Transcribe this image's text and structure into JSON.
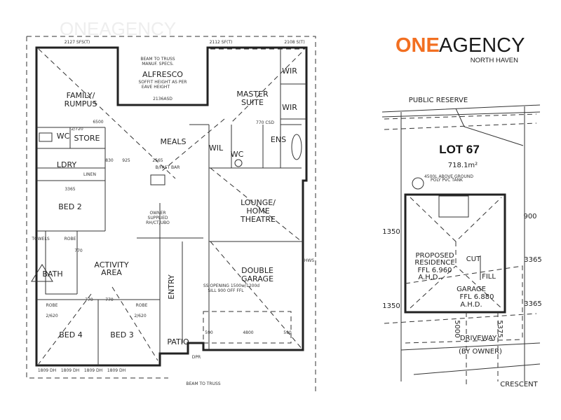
{
  "brand": {
    "logo_one": "ONE",
    "logo_agency": "AGENCY",
    "branch": "NORTH HAVEN",
    "watermark": "ONEAGENCY",
    "accent_color": "#f26f21",
    "text_color": "#1a1a1a"
  },
  "floor_plan": {
    "rooms": {
      "family": [
        "FAMILY/",
        "RUMPUS"
      ],
      "alfresco": "ALFRESCO",
      "alfresco_note": [
        "SOFFIT HEIGHT AS PER",
        "EAVE HEIGHT"
      ],
      "beam_note": [
        "BEAM TO TRUSS",
        "MANUF. SPECS."
      ],
      "master": [
        "MASTER",
        "SUITE"
      ],
      "wir": "WIR",
      "meals": "MEALS",
      "ens": "ENS",
      "wil": "WIL",
      "store": "STORE",
      "wc": "WC",
      "ldry": "LDRY",
      "linen": "LINEN",
      "bed2": "BED 2",
      "lounge": [
        "LOUNGE/",
        "HOME",
        "THEATRE"
      ],
      "activity": [
        "ACTIVITY",
        "AREA"
      ],
      "bath": "BATH",
      "towels": "TOWELS",
      "robe": "ROBE",
      "garage": [
        "DOUBLE",
        "GARAGE"
      ],
      "entry": "ENTRY",
      "bed4": "BED 4",
      "bed3": "BED 3",
      "patio": "PATIO",
      "hws": "HWS",
      "dpr": "DPR",
      "bar": "B/FAST BAR",
      "owner": [
        "OWNER",
        "SUPPLIED",
        "RH/CT/UBO"
      ],
      "ss_opening": [
        "SS OPENING 1500w/1200d",
        "SILL 900 OFF FFL"
      ],
      "beam_bottom": "BEAM TO TRUSS"
    },
    "dimensions": {
      "top1": "2127 SFS(T)",
      "top2": "2112 SF(T)",
      "top3": "2108 S(T)",
      "alfresco_bottom": "2136ASD",
      "d6500": "6500",
      "d3365": "3365",
      "d770csd": "770 CSD",
      "d2720": "2/720",
      "d830": "830",
      "d925": "925",
      "d2565": "2565",
      "d4800": "4800",
      "d590a": "590",
      "d590b": "590",
      "windows": [
        "1809 DH",
        "1809 DH",
        "1809 DH",
        "1809 DH"
      ],
      "d2620a": "2/620",
      "d2620b": "2/620",
      "d770a": "770",
      "d770b": "770",
      "d770c": "770"
    }
  },
  "site_plan": {
    "public_reserve": "PUBLIC RESERVE",
    "lot": "LOT 67",
    "area": "718.1m²",
    "tank_note": [
      "4500L ABOVE GROUND",
      "POLY PVC TANK"
    ],
    "residence": [
      "PROPOSED",
      "RESIDENCE",
      "FFL 6.960",
      "A.H.D."
    ],
    "cut": "CUT",
    "fill": "FILL",
    "garage": [
      "GARAGE",
      "FFL 6.880",
      "A.H.D."
    ],
    "dims": {
      "d900": "900",
      "d1350a": "1350",
      "d1350b": "1350",
      "d3365a": "3365",
      "d3365b": "3365",
      "d5000": "5000",
      "d5375": "5375"
    },
    "driveway": "DRIVEWAY",
    "by_owner": "(BY OWNER)",
    "street": "CRESCENT"
  }
}
